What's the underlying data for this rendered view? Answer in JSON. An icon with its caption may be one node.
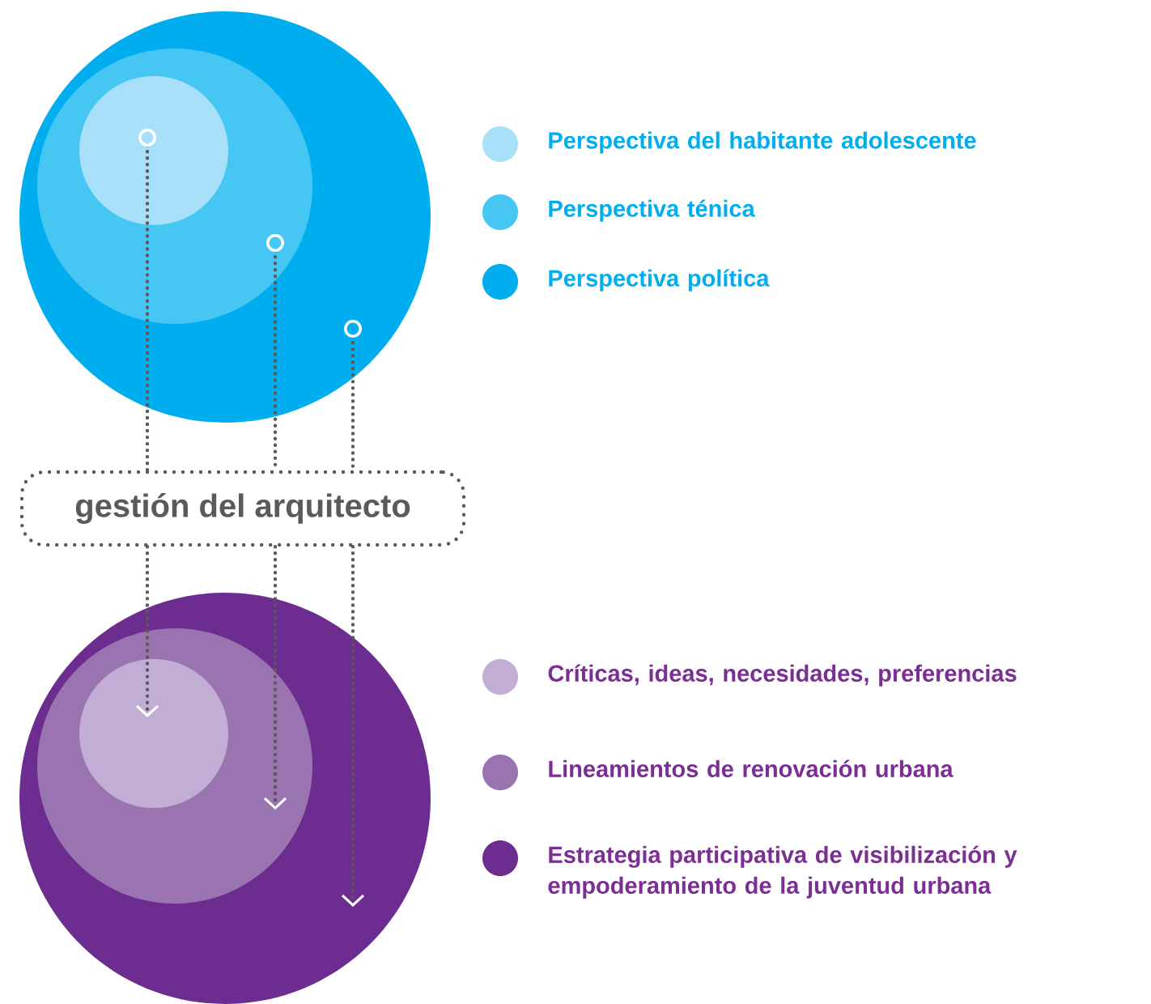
{
  "diagram": {
    "nodes": [
      {
        "text": [],
        "shape": "circle"
      },
      {
        "text": [],
        "shape": "circle",
        "in": 0
      },
      {
        "text": [],
        "shape": "circle",
        "in": 1
      },
      {
        "text": [
          "gestión del arquitecto"
        ]
      },
      {
        "text": [],
        "shape": "circle"
      },
      {
        "text": [],
        "shape": "circle",
        "in": 4
      },
      {
        "text": [],
        "shape": "circle",
        "in": 5
      }
    ],
    "edges": [
      {
        "from": 2,
        "to": 3,
        "arrow": "other",
        "style": "dashed"
      },
      {
        "from": 1,
        "to": 3,
        "arrow": "other",
        "style": "dashed"
      },
      {
        "from": 0,
        "to": 3,
        "arrow": "other",
        "style": "dashed"
      },
      {
        "from": 3,
        "to": 6,
        "arrow": "to",
        "style": "dashed"
      },
      {
        "from": 3,
        "to": 5,
        "arrow": "to",
        "style": "dashed"
      },
      {
        "from": 3,
        "to": 4,
        "arrow": "to",
        "style": "dashed"
      }
    ],
    "legend": [
      {
        "text": "Perspectiva del habitante adolescente",
        "color": "#a8dff9"
      },
      {
        "text": "Perspectiva ténica",
        "color": "#45c6f3"
      },
      {
        "text": "Perspectiva política",
        "color": "#00aeef"
      },
      {
        "text": "Críticas, ideas, necesidades, preferencias",
        "color": "#c2aed5"
      },
      {
        "text": "Lineamientos de renovación urbana",
        "color": "#9a74b0"
      },
      {
        "text": "Estrategia participativa de visibilización y empoderamiento de la juventud urbana",
        "color": "#6d2c8f"
      }
    ]
  }
}
